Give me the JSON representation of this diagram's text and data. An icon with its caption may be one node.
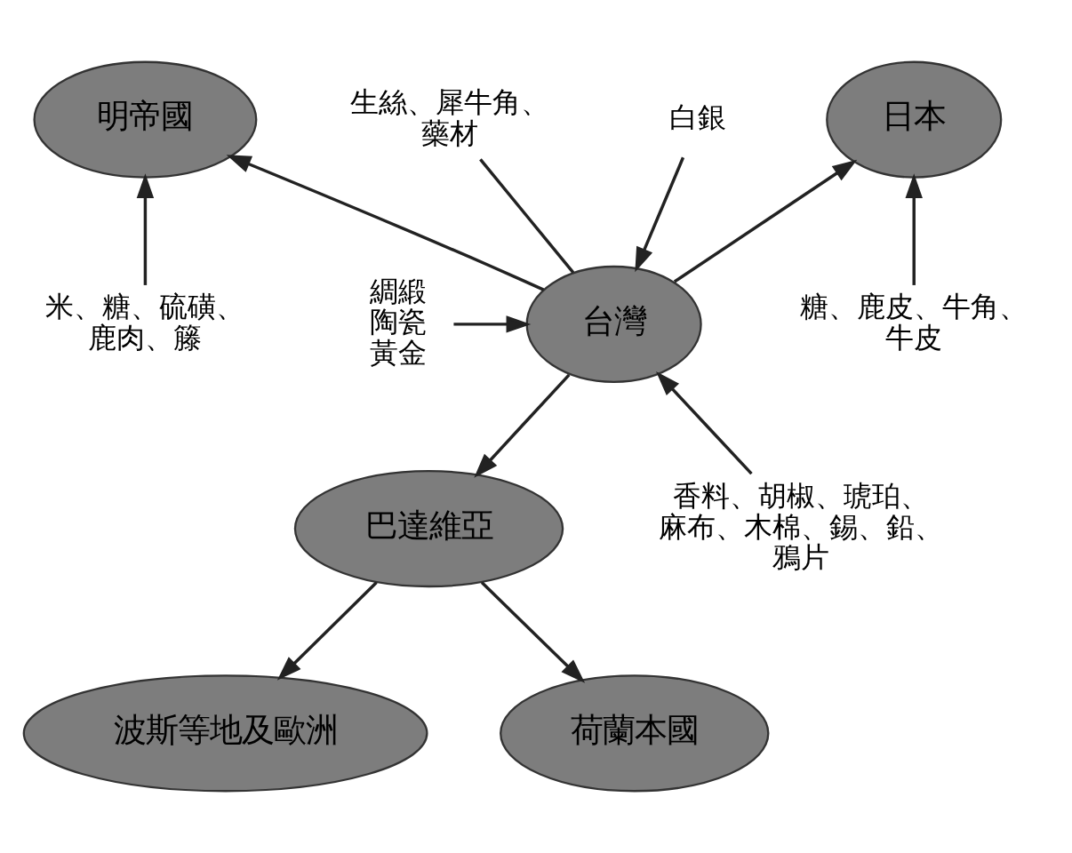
{
  "diagram": {
    "nodes": [
      {
        "text": [
          "明帝國"
        ]
      },
      {
        "text": [
          "日本"
        ]
      },
      {
        "text": [
          "台灣"
        ]
      },
      {
        "text": [
          "波斯等地及歐洲"
        ]
      },
      {
        "text": [
          "荷蘭本國"
        ]
      },
      {
        "text": [
          "巴達維亞"
        ]
      },
      {
        "text": [
          "生絲、犀牛角、藥材"
        ]
      },
      {
        "text": [
          "白銀"
        ]
      },
      {
        "text": [
          "米、糖、硫磺、鹿肉、籐"
        ]
      },
      {
        "text": [
          "綢緞陶瓷黃金"
        ]
      },
      {
        "text": [
          "糖、鹿皮、牛角、牛皮"
        ]
      },
      {
        "text": [
          "香料、胡椒、琥珀、麻布、木棉、錫、鉛、鴉片"
        ]
      }
    ],
    "edges": [
      {
        "from": 6,
        "to": 2,
        "arrow": "none"
      },
      {
        "from": 2,
        "to": 1,
        "arrow": "to"
      },
      {
        "from": 7,
        "to": 2,
        "arrow": "to"
      },
      {
        "from": 8,
        "to": 0,
        "arrow": "to"
      },
      {
        "from": 10,
        "to": 1,
        "arrow": "to"
      },
      {
        "from": 9,
        "to": 2,
        "arrow": "to"
      },
      {
        "from": 2,
        "to": 5,
        "arrow": "to"
      },
      {
        "from": 11,
        "to": 2,
        "arrow": "to"
      },
      {
        "from": 2,
        "to": 0,
        "arrow": "to"
      },
      {
        "from": 5,
        "to": 3,
        "arrow": "to"
      },
      {
        "from": 5,
        "to": 4,
        "arrow": "to"
      }
    ]
  }
}
